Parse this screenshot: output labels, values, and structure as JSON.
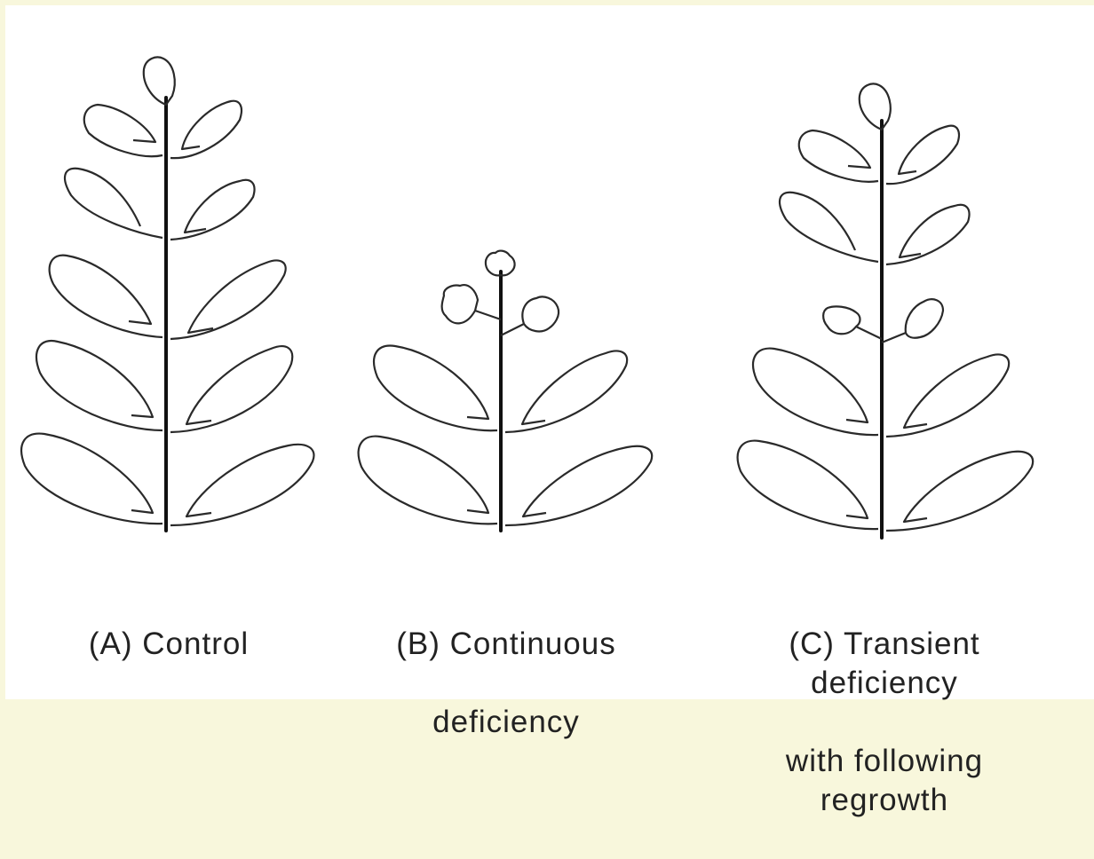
{
  "captions": {
    "a": "(A) Control",
    "b_line1": "(B) Continuous",
    "b_line2": "deficiency",
    "c_line1": "(C) Transient deficiency",
    "c_line2": "with following regrowth"
  },
  "plants": [
    {
      "name": "control",
      "healthy_leaf_pairs": 5,
      "damaged_leaf_pairs": 0,
      "terminal": "healthy"
    },
    {
      "name": "continuous-deficiency",
      "healthy_leaf_pairs": 2,
      "damaged_leaf_pairs": 1,
      "terminal": "damaged"
    },
    {
      "name": "transient-deficiency",
      "healthy_leaf_pairs": 2,
      "damaged_leaf_pairs": 1,
      "healthy_regrowth_pairs": 2,
      "terminal": "healthy"
    }
  ]
}
